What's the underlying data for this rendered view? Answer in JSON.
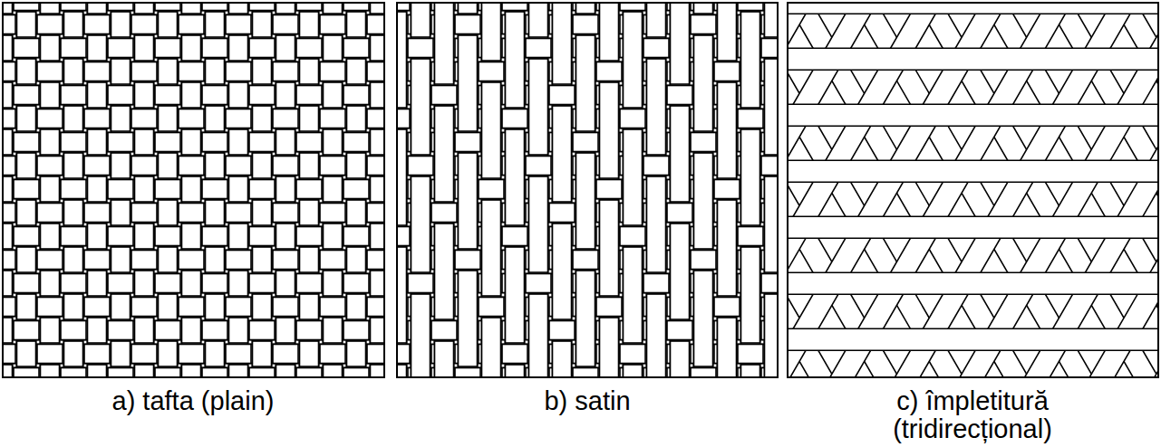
{
  "diagram": {
    "labels": [
      "a) tafta (plain)",
      "b) satin",
      "c) împletitură (tridirecțional)"
    ]
  }
}
